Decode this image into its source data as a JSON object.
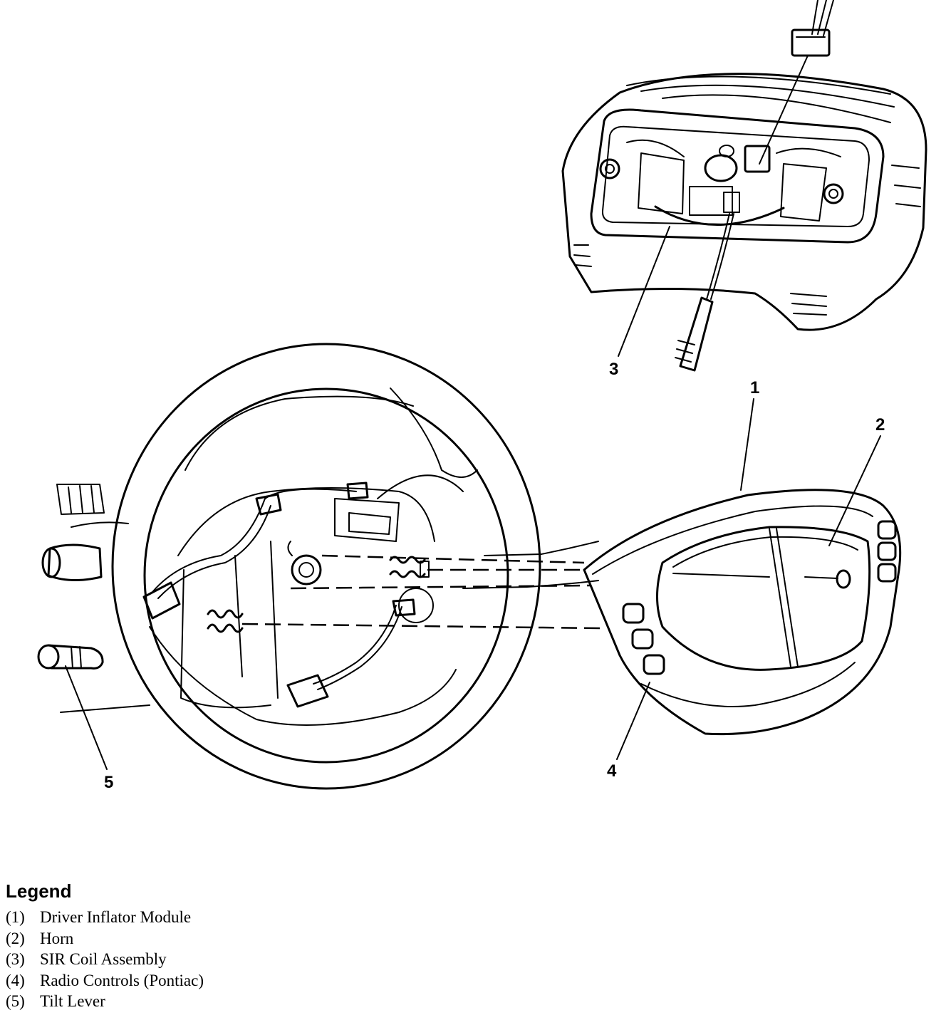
{
  "callouts": [
    "1",
    "2",
    "3",
    "4",
    "5"
  ],
  "legend": {
    "title": "Legend",
    "items": [
      {
        "num": "(1)",
        "label": "Driver Inflator Module"
      },
      {
        "num": "(2)",
        "label": "Horn"
      },
      {
        "num": "(3)",
        "label": "SIR Coil Assembly"
      },
      {
        "num": "(4)",
        "label": "Radio Controls (Pontiac)"
      },
      {
        "num": "(5)",
        "label": "Tilt Lever"
      }
    ]
  }
}
